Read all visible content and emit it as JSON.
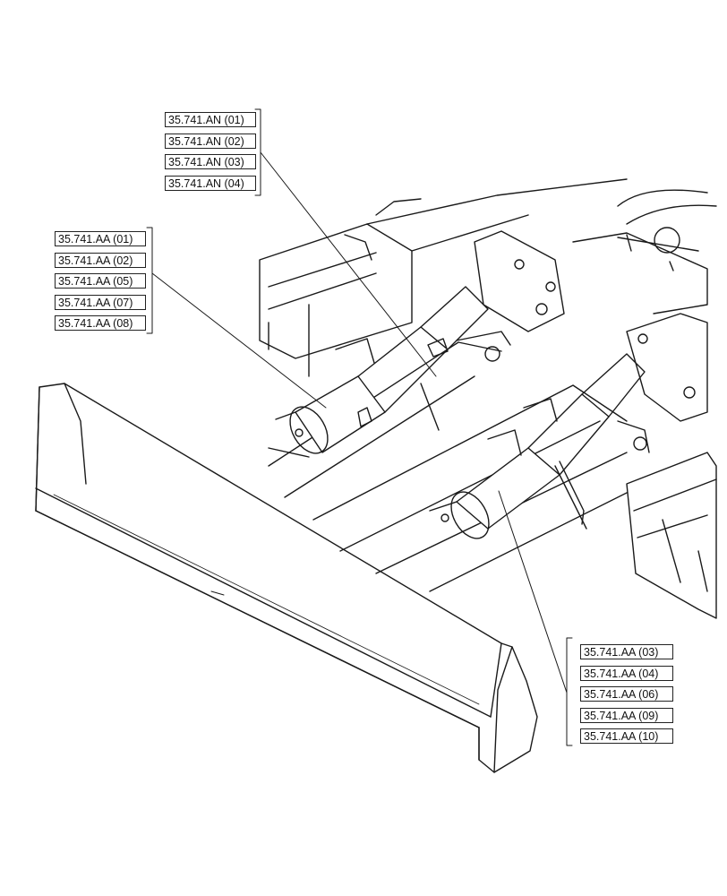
{
  "callout_groups": [
    {
      "id": "an",
      "labels": [
        "35.741.AN (01)",
        "35.741.AN (02)",
        "35.741.AN (03)",
        "35.741.AN (04)"
      ]
    },
    {
      "id": "aa-left",
      "labels": [
        "35.741.AA (01)",
        "35.741.AA (02)",
        "35.741.AA (05)",
        "35.741.AA (07)",
        "35.741.AA (08)"
      ]
    },
    {
      "id": "aa-right",
      "labels": [
        "35.741.AA (03)",
        "35.741.AA (04)",
        "35.741.AA (06)",
        "35.741.AA (09)",
        "35.741.AA (10)"
      ]
    }
  ]
}
